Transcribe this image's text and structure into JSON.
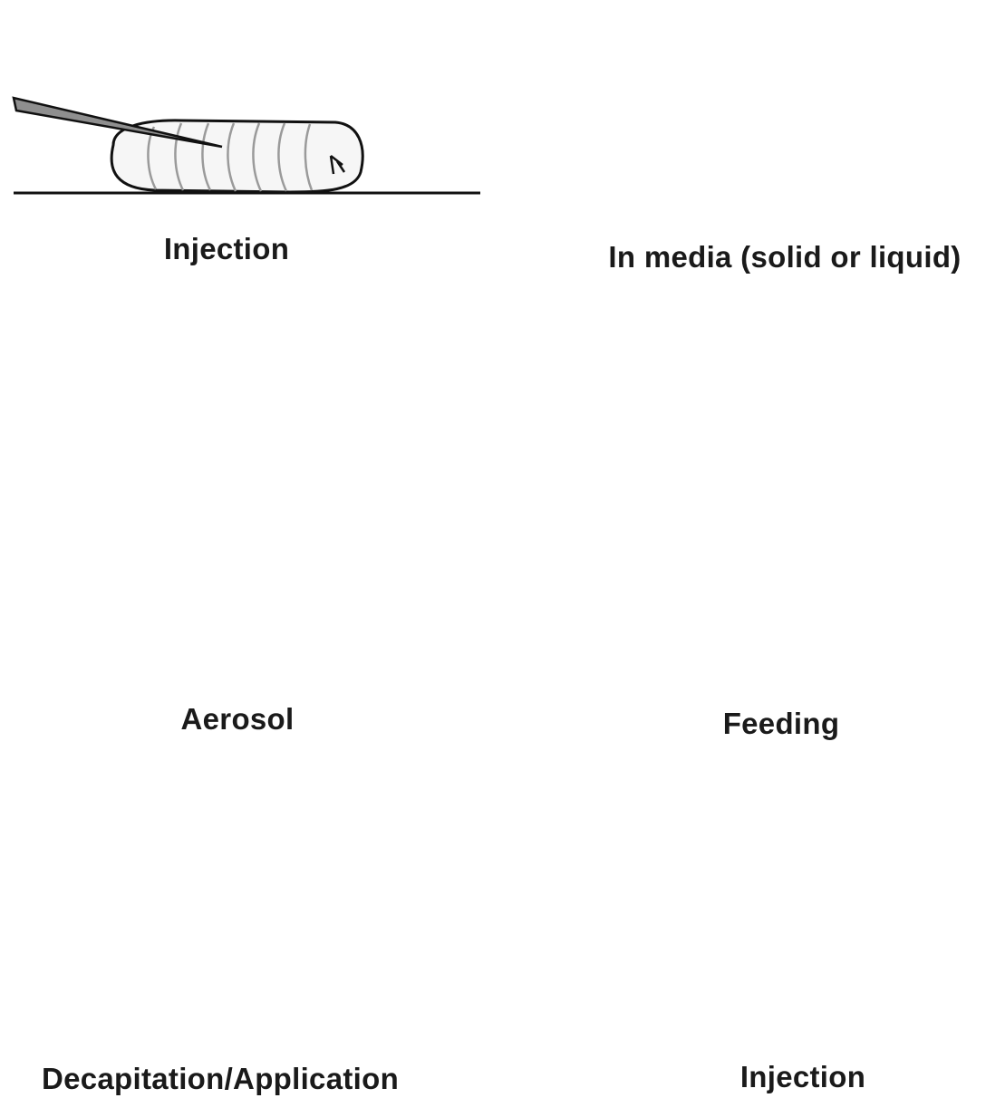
{
  "panels": {
    "larva_injection": {
      "label": "Injection"
    },
    "larva_media": {
      "label": "In media (solid or liquid)"
    },
    "aerosol": {
      "label": "Aerosol"
    },
    "feeding": {
      "label": "Feeding"
    },
    "decapitation": {
      "label": "Decapitation/Application"
    },
    "fly_injection": {
      "label": "Injection"
    }
  },
  "colors": {
    "fly_abdomen": "#5e5e5e",
    "fly_wing": "#8e8e8e",
    "media": "#c8c8c8",
    "larva": "#f6f6f6"
  }
}
